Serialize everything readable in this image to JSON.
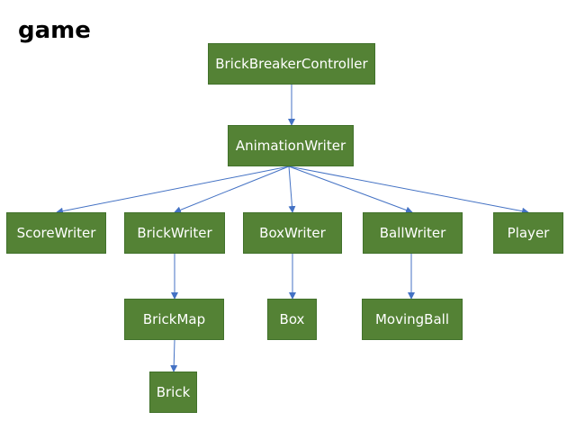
{
  "title": "game",
  "colors": {
    "node_fill": "#548235",
    "node_border": "#41712b",
    "node_text": "#ffffff",
    "edge": "#4472c4"
  },
  "nodes": [
    {
      "id": "brickbreakercontroller",
      "label": "BrickBreakerController"
    },
    {
      "id": "animationwriter",
      "label": "AnimationWriter"
    },
    {
      "id": "scorewriter",
      "label": "ScoreWriter"
    },
    {
      "id": "brickwriter",
      "label": "BrickWriter"
    },
    {
      "id": "boxwriter",
      "label": "BoxWriter"
    },
    {
      "id": "ballwriter",
      "label": "BallWriter"
    },
    {
      "id": "player",
      "label": "Player"
    },
    {
      "id": "brickmap",
      "label": "BrickMap"
    },
    {
      "id": "box",
      "label": "Box"
    },
    {
      "id": "movingball",
      "label": "MovingBall"
    },
    {
      "id": "brick",
      "label": "Brick"
    }
  ],
  "edges": [
    {
      "from": "brickbreakercontroller",
      "to": "animationwriter"
    },
    {
      "from": "animationwriter",
      "to": "scorewriter"
    },
    {
      "from": "animationwriter",
      "to": "brickwriter"
    },
    {
      "from": "animationwriter",
      "to": "boxwriter"
    },
    {
      "from": "animationwriter",
      "to": "ballwriter"
    },
    {
      "from": "animationwriter",
      "to": "player"
    },
    {
      "from": "brickwriter",
      "to": "brickmap"
    },
    {
      "from": "brickmap",
      "to": "brick"
    },
    {
      "from": "boxwriter",
      "to": "box"
    },
    {
      "from": "ballwriter",
      "to": "movingball"
    }
  ]
}
